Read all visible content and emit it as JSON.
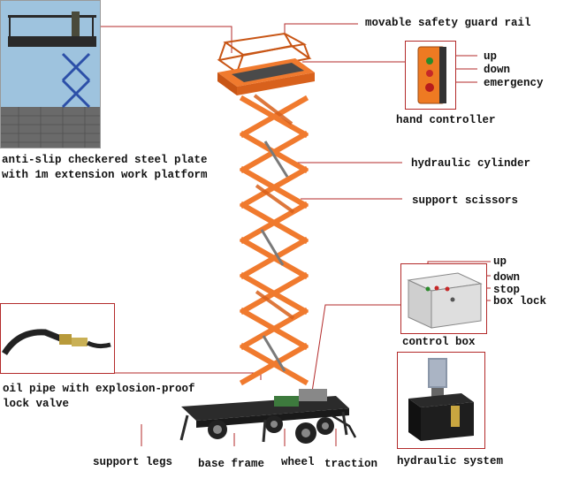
{
  "labels": {
    "guard_rail": "movable safety guard rail",
    "up1": "up",
    "down1": "down",
    "emergency": "emergency",
    "hand_controller": "hand controller",
    "platform_line1": "anti-slip checkered steel plate",
    "platform_line2": "with 1m extension work platform",
    "hydraulic_cylinder": "hydraulic cylinder",
    "support_scissors": "support scissors",
    "up2": "up",
    "down2": "down",
    "stop": "stop",
    "box_lock": "box lock",
    "control_box": "control box",
    "oil_pipe_line1": "oil pipe with explosion-proof",
    "oil_pipe_line2": "lock valve",
    "support_legs": "support legs",
    "base_frame": "base frame",
    "wheel": "wheel",
    "traction": "traction",
    "hydraulic_system": "hydraulic system"
  },
  "colors": {
    "lift": "#f07a2e",
    "lift_dark": "#c85515",
    "leader": "#b32a2a",
    "chassis": "#2b2b2b",
    "controller": "#ee7a22"
  }
}
